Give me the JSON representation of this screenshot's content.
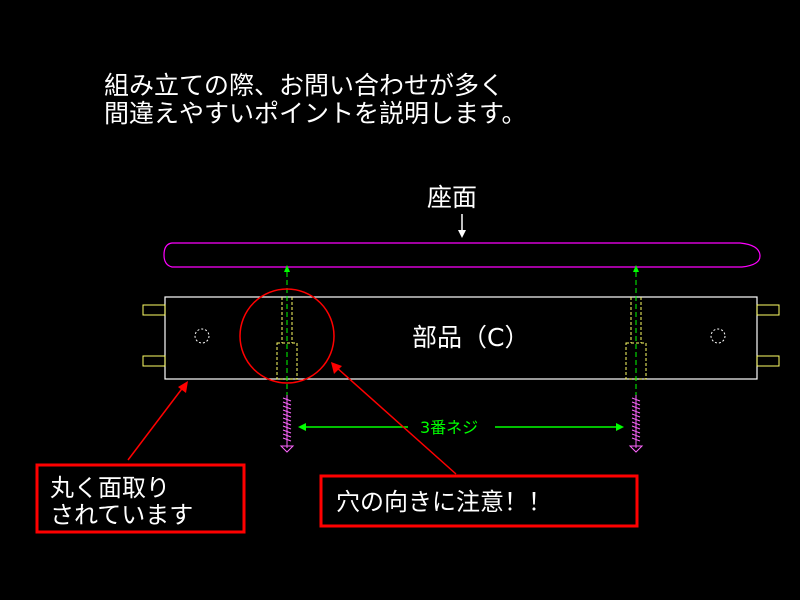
{
  "header": {
    "line1": "組み立ての際、お問い合わせが多く",
    "line2": "間違えやすいポイントを説明します。"
  },
  "labels": {
    "seat": "座面",
    "part": "部品（C）",
    "screw": "3番ネジ",
    "chamfer_line1": "丸く面取り",
    "chamfer_line2": "されています",
    "hole_warning": "穴の向きに注意！！"
  },
  "colors": {
    "background": "#000000",
    "seat_outline": "#ff00ff",
    "part_outline": "#ffffff",
    "dowel": "#ffff66",
    "screw": "#ff66ff",
    "guide": "#00ff00",
    "callout": "#ff0000",
    "text": "#ffffff"
  }
}
